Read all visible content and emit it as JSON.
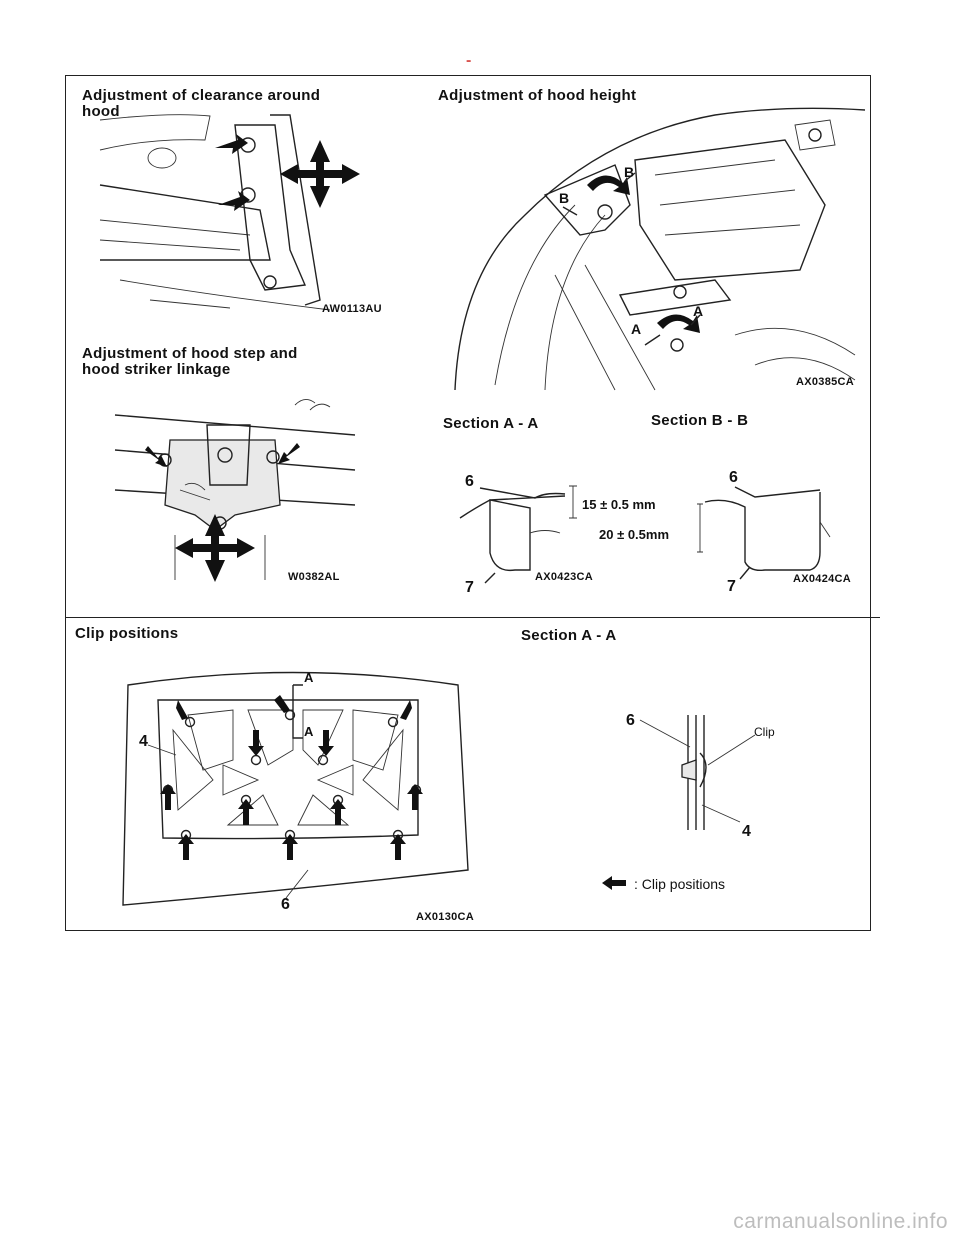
{
  "header_mark": "-",
  "panels": {
    "clearance": {
      "title": "Adjustment of clearance around hood",
      "code": "AW0113AU"
    },
    "height": {
      "title": "Adjustment of hood height",
      "code": "AX0385CA",
      "labels": [
        "B",
        "B",
        "A",
        "A"
      ]
    },
    "step": {
      "title": "Adjustment of hood step and hood striker linkage",
      "code": "W0382AL"
    },
    "section_aa": {
      "title": "Section A - A",
      "code": "AX0423CA",
      "num_top": "6",
      "num_bottom": "7",
      "dim1": "15 ± 0.5 mm",
      "dim2": "20 ± 0.5mm"
    },
    "section_bb": {
      "title": "Section B - B",
      "code": "AX0424CA",
      "num_top": "6",
      "num_bottom": "7"
    },
    "clips": {
      "title": "Clip positions",
      "code": "AX0130CA",
      "num_left": "4",
      "num_bottom": "6",
      "section_labels": [
        "A",
        "A"
      ]
    },
    "section_aa_clip": {
      "title": "Section A - A",
      "num_top": "6",
      "num_bottom": "4",
      "clip_label": "Clip",
      "legend": ": Clip positions"
    }
  },
  "watermark": "carmanualsonline.info"
}
